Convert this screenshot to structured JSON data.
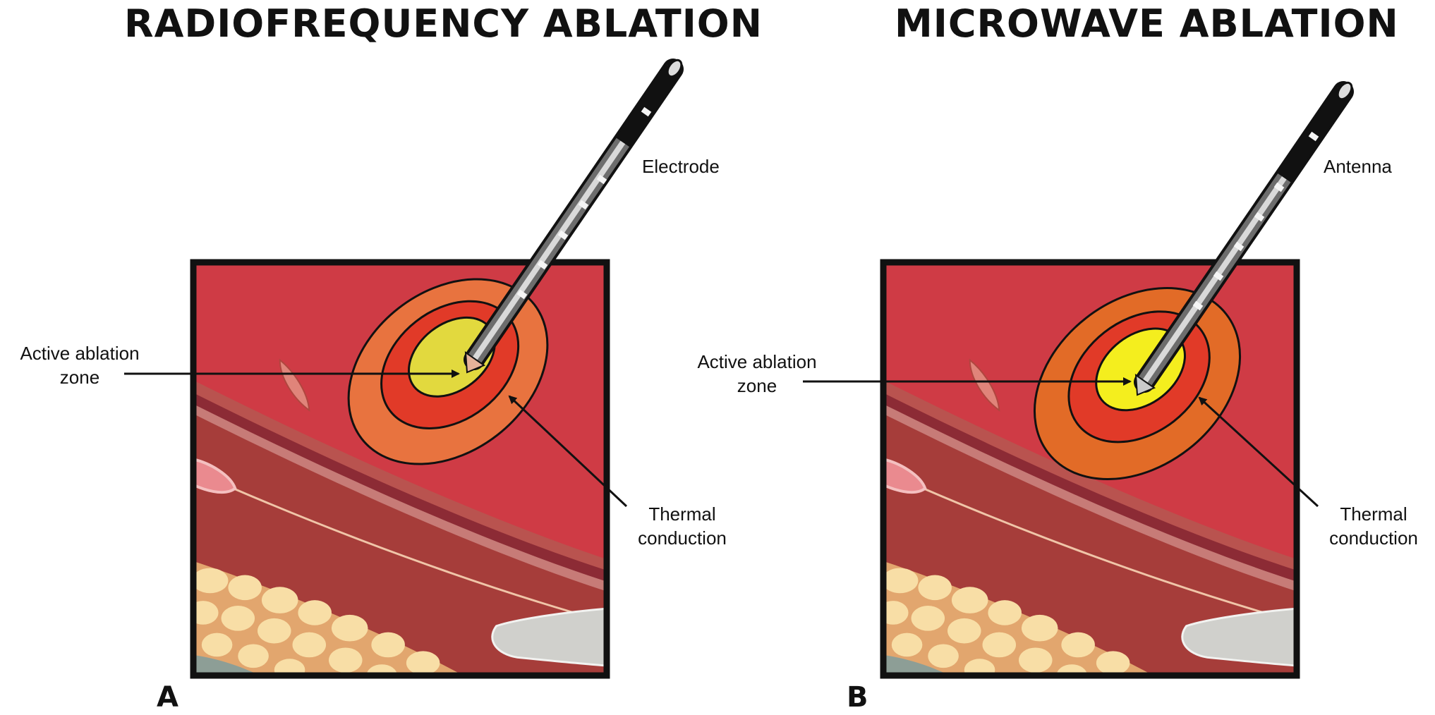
{
  "panel_a": {
    "title": "RADIOFREQUENCY ABLATION",
    "probe_label": "Electrode",
    "zone_label_line1": "Active ablation",
    "zone_label_line2": "zone",
    "conduction_label_line1": "Thermal",
    "conduction_label_line2": "conduction",
    "letter": "A"
  },
  "panel_b": {
    "title": "MICROWAVE ABLATION",
    "probe_label": "Antenna",
    "zone_label_line1": "Active ablation",
    "zone_label_line2": "zone",
    "conduction_label_line1": "Thermal",
    "conduction_label_line2": "conduction",
    "letter": "B"
  },
  "colors": {
    "tissue": "#cf3b45",
    "outer_zone": "#e8733f",
    "mid_zone": "#e13a28",
    "inner_zone_rf": "#e2d93e",
    "inner_zone_mw": "#f4ee1e",
    "muscle": "#a63d3a",
    "fat": "#f6d8a0",
    "bone": "#d0d0cc"
  }
}
